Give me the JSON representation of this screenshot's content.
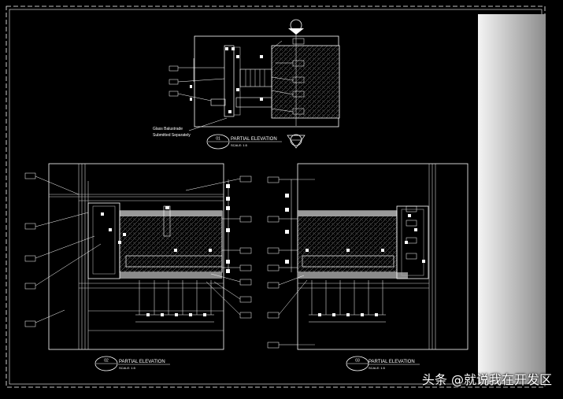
{
  "details": [
    {
      "number": "01",
      "title": "PARTIAL ELEVATION",
      "scale": "SCALE: 1:5"
    },
    {
      "number": "02",
      "title": "PARTIAL ELEVATION",
      "scale": "SCALE: 1:5"
    },
    {
      "number": "03",
      "title": "PARTIAL ELEVATION",
      "scale": "SCALE: 1:5"
    }
  ],
  "note": {
    "line1": "Glass Balustrade",
    "line2": "Submitted Separately"
  },
  "watermark": "头条 @就说我在开发区",
  "colors": {
    "background": "#000000",
    "linework": "#ffffff",
    "leaders": "#ffffff",
    "hatch": "#888888",
    "sheet_edge": "#d0d0d0"
  }
}
